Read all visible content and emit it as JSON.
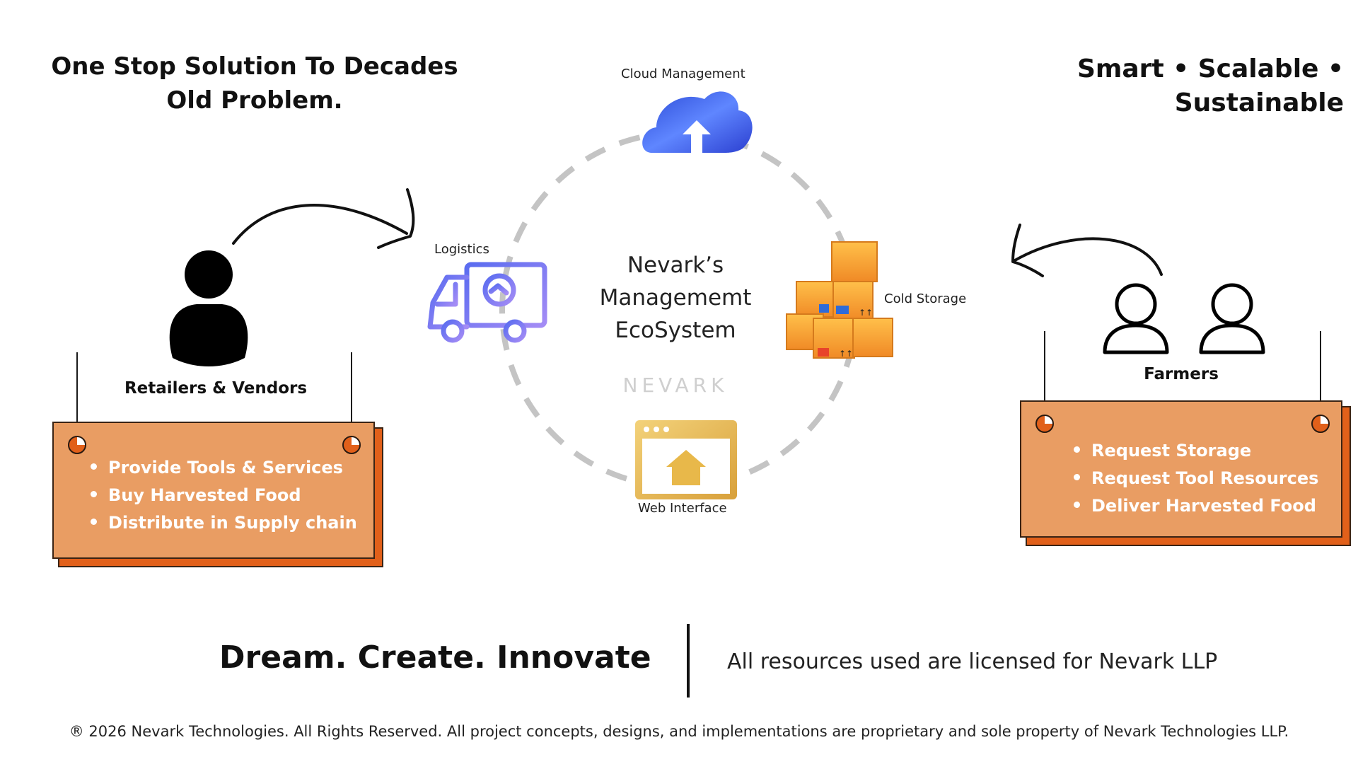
{
  "headline_left": "One Stop Solution To Decades Old Problem.",
  "headline_right": "Smart • Scalable • Sustainable",
  "ecosystem": {
    "title_lines": [
      "Nevark’s",
      "Managememt",
      "EcoSystem"
    ],
    "watermark": "NEVARK",
    "nodes": {
      "cloud": {
        "label": "Cloud Management",
        "icon": "cloud-upload-icon"
      },
      "logistics": {
        "label": "Logistics",
        "icon": "delivery-truck-icon"
      },
      "cold_storage": {
        "label": "Cold Storage",
        "icon": "stacked-boxes-icon"
      },
      "web": {
        "label": "Web Interface",
        "icon": "browser-home-icon"
      }
    }
  },
  "retailers": {
    "label": "Retailers & Vendors",
    "icon": "person-icon",
    "items": [
      "Provide Tools & Services",
      "Buy Harvested Food",
      "Distribute in Supply chain"
    ]
  },
  "farmers": {
    "label": "Farmers",
    "icon": "people-outline-icon",
    "items": [
      "Request Storage",
      "Request Tool Resources",
      "Deliver Harvested Food"
    ]
  },
  "slogan": "Dream. Create. Innovate",
  "license": "All resources used are licensed for Nevark LLP",
  "footer": "® 2026 Nevark Technologies. All Rights Reserved. All project concepts, designs, and implementations are proprietary and sole property of Nevark Technologies LLP.",
  "colors": {
    "board_fill": "#e99d63",
    "board_shadow": "#e1601a",
    "ring": "#c4c4c4",
    "cloud": "#3f63e6",
    "truck": "#7c7cf2",
    "boxes": "#f39a2f",
    "browser": "#e8b84a"
  }
}
